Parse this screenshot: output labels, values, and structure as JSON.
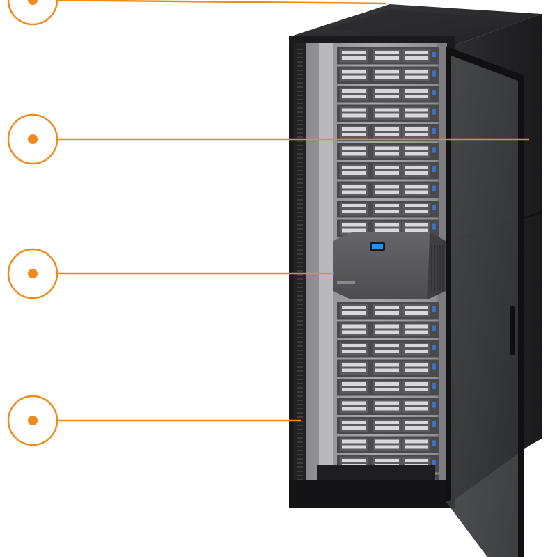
{
  "colors": {
    "accent": "#f18a1c",
    "rack_frame": "#1d1d1f",
    "rack_side": "#2a2a2c",
    "interior": "#9a9a9d",
    "server_face": "#4a4a4c",
    "drive_bay": "#d9d9db",
    "led": "#3a72c7",
    "cooling_unit": "#5a5a5c",
    "cooling_display": "#2f8fe0",
    "glass_door": "#3b3c3f"
  },
  "rack": {
    "server_rows_upper": 10,
    "server_rows_lower": 10
  },
  "callouts": [
    {
      "id": "roof",
      "icon": "callout-circle"
    },
    {
      "id": "side-panel",
      "icon": "callout-circle"
    },
    {
      "id": "cooling-unit",
      "icon": "callout-circle"
    },
    {
      "id": "rack-frame",
      "icon": "callout-circle"
    }
  ]
}
